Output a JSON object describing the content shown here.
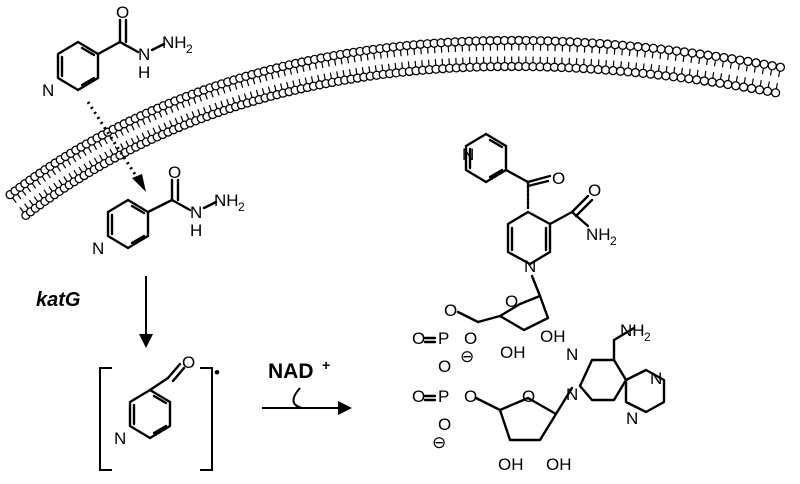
{
  "labels": {
    "enzyme": "katG",
    "cofactor": "NAD",
    "cofactor_charge": "+",
    "radical_dot": "•"
  },
  "atoms": {
    "N": "N",
    "O": "O",
    "H": "H",
    "NH2_main": "NH",
    "sub2": "2",
    "P": "P",
    "OH": "OH",
    "minus": "⊖"
  }
}
